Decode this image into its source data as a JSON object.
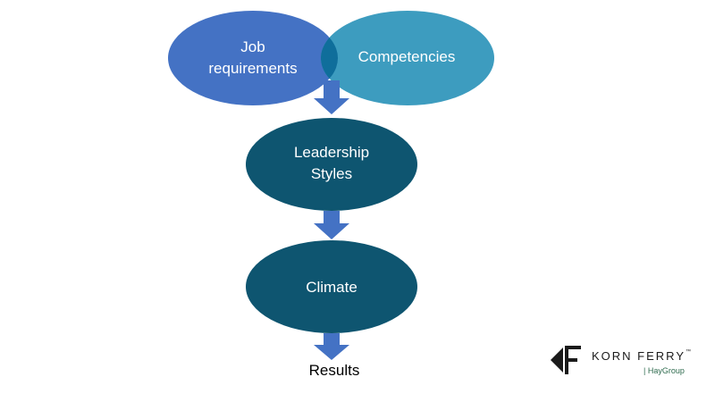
{
  "colors": {
    "job_requirements": "#4472c4",
    "competencies": "#3d9cbf",
    "dark_node": "#0e5570",
    "arrow": "#4472c4",
    "results_text": "#000000",
    "logo_green": "#2e6b4e"
  },
  "nodes": {
    "job_requirements": "Job\nrequirements",
    "competencies": "Competencies",
    "leadership_styles": "Leadership\nStyles",
    "climate": "Climate"
  },
  "results": "Results",
  "logo": {
    "name": "KORN FERRY",
    "trademark": "™",
    "sub": "| HayGroup"
  }
}
